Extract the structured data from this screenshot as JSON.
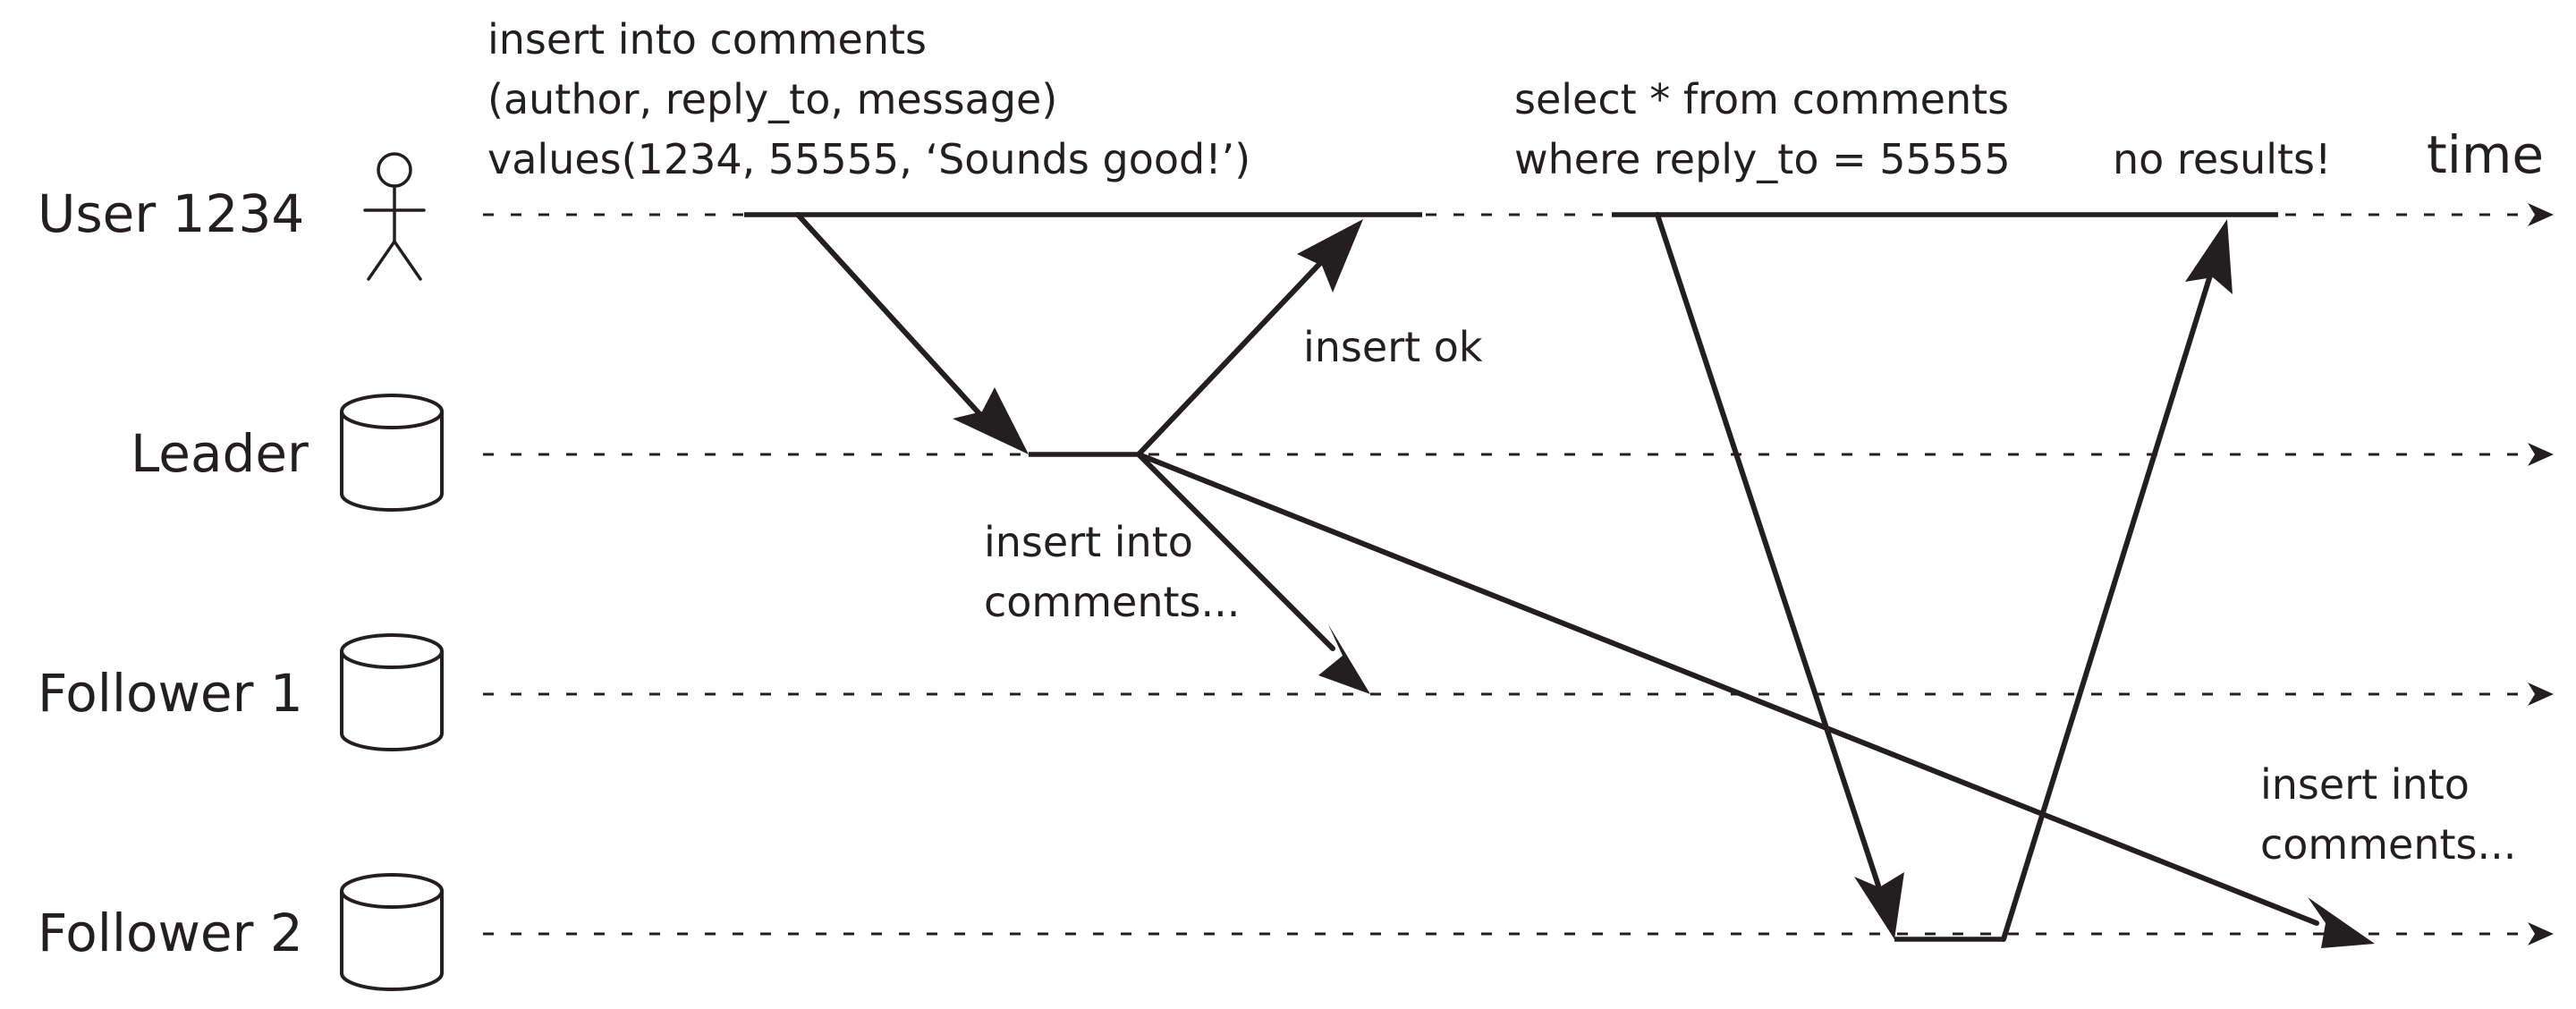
{
  "actors": [
    {
      "id": "user",
      "label": "User 1234",
      "icon": "stick-figure-icon"
    },
    {
      "id": "leader",
      "label": "Leader",
      "icon": "database-icon"
    },
    {
      "id": "follower1",
      "label": "Follower 1",
      "icon": "database-icon"
    },
    {
      "id": "follower2",
      "label": "Follower 2",
      "icon": "database-icon"
    }
  ],
  "time_label": "time",
  "annotations": {
    "insert_query": [
      "insert into comments",
      "(author, reply_to, message)",
      "values(1234, 55555, ‘Sounds good!’)"
    ],
    "select_query": [
      "select * from comments",
      "where reply_to = 55555"
    ],
    "no_results": "no results!",
    "insert_ok": "insert ok",
    "replicate_follower1": [
      "insert into",
      "comments..."
    ],
    "replicate_follower2": [
      "insert into",
      "comments..."
    ]
  }
}
